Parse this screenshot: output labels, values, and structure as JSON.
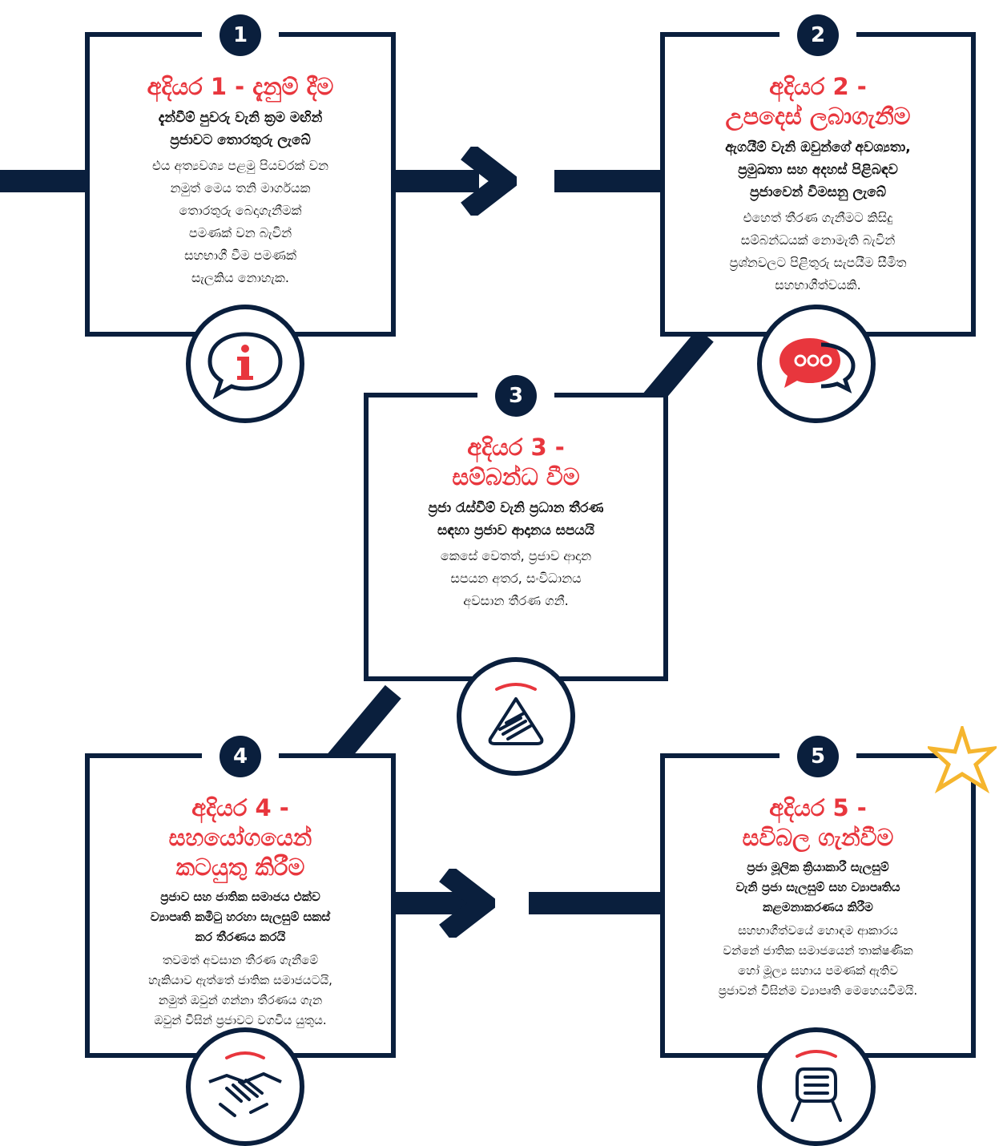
{
  "colors": {
    "navy": "#0a1f3d",
    "accent": "#e8363d",
    "star": "#f5b52e"
  },
  "stages": [
    {
      "number": "1",
      "title": "අදියර 1 - දැනුම් දීම",
      "subtitle": "දැන්වීම් පුවරු වැනි ක්‍රම මඟින්\nප්‍රජාවට තොරතුරු ලැබේ",
      "body": "එය අත්‍යවශ්‍ය පළමු පියවරක් වන\nනමුත් මෙය තනි මාර්ගයක\nතොරතුරු බෙදාගැනීමක්\nපමණක් වන බැවින්\nසහභාගී වීම පමණක්\nසැලකිය නොහැක.",
      "icon": "info-speech-bubble-icon"
    },
    {
      "number": "2",
      "title": "අදියර 2 -\nඋපදෙස් ලබාගැනීම",
      "subtitle": "ඇගයීම් වැනි ඔවුන්ගේ අවශ්‍යතා,\nප්‍රමුඛතා සහ අදහස් පිළිබඳව\nප්‍රජාවෙන් විමසනු ලැබේ",
      "body": "එහෙත් තීරණ ගැනීමට කිසිදු\nසම්බන්ධයක් නොමැති බැවින්\nප්‍රශ්නවලට පිළිතුරු සැපයීම සීමිත\nසහභාගීත්වයකි.",
      "icon": "chat-bubbles-icon"
    },
    {
      "number": "3",
      "title": "අදියර 3 -\nසම්බන්ධ වීම",
      "subtitle": "ප්‍රජා රැස්වීම් වැනි ප්‍රධාන තීරණ\nසඳහා ප්‍රජාව ආදානය සපයයි",
      "body": "කෙසේ වෙතත්, ප්‍රජාව ආදාන\nසපයන අතර, සංවිධානය\nඅවසාන තීරණ ගනී.",
      "icon": "stacked-hands-icon"
    },
    {
      "number": "4",
      "title": "අදියර 4 -\nසහයෝගයෙන්\nකටයුතු කිරීම",
      "subtitle": "ප්‍රජාව සහ ජාතික සමාජය එක්ව\nව්‍යාපෘති කමිටු හරහා සැලසුම් සකස්\nකර තීරණය කරයි",
      "body": "තවමත් අවසාන තීරණ ගැනීමේ\nහැකියාව ඇත්තේ ජාතික සමාජයටයි,\nනමුත් ඔවුන් ගන්නා තීරණය ගැන\nඔවුන් විසින් ප්‍රජාවට වගවිය යුතුය.",
      "icon": "handshake-icon"
    },
    {
      "number": "5",
      "title": "අදියර 5 -\nසවිබල ගැන්වීම",
      "subtitle": "ප්‍රජා මූලික ක්‍රියාකාරී සැලසුම්\nවැනි ප්‍රජා සැලසුම් සහ ව්‍යාපෘතිය\nකළමනාකරණය කිරීම",
      "body": "සහභාගීත්වයේ හොඳම ආකාරය\nවන්නේ ජාතික සමාජයෙන් තාක්ෂණික\nහෝ මූල්‍ය සහාය පමණක් ඇතිව\nප්‍රජාවන් විසින්ම ව්‍යාපෘති මෙහෙයවීමයි.",
      "icon": "clasped-hands-icon"
    }
  ]
}
